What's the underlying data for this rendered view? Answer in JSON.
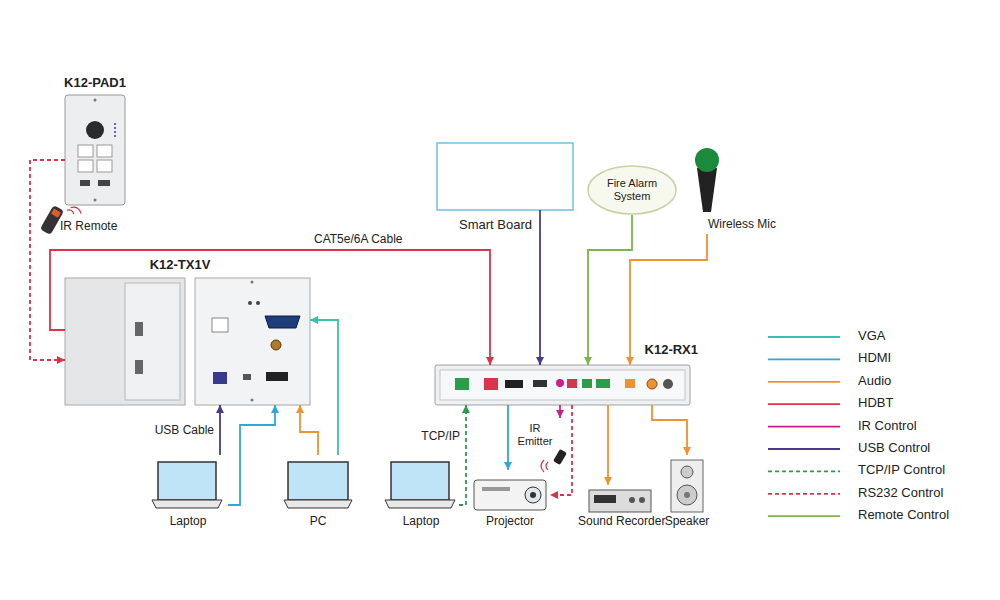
{
  "diagram": {
    "nodes": [
      {
        "text": [
          "K12-PAD1"
        ]
      },
      {
        "text": [
          "IR Remote"
        ]
      },
      {
        "text": [
          "K12-TX1V"
        ]
      },
      {
        "text": [
          "Smart Board"
        ]
      },
      {
        "text": [
          "Fire Alarm System"
        ]
      },
      {
        "text": [
          "Wireless Mic"
        ]
      },
      {
        "text": [
          "K12-RX1"
        ]
      },
      {
        "text": [
          "IR Emitter"
        ]
      },
      {
        "text": [
          "Laptop"
        ]
      },
      {
        "text": [
          "PC"
        ]
      },
      {
        "text": [
          "Laptop"
        ]
      },
      {
        "text": [
          "Projector"
        ]
      },
      {
        "text": [
          "Sound Recorder"
        ]
      },
      {
        "text": [
          "Speaker"
        ]
      }
    ],
    "edges": [
      {
        "from": 0,
        "to": 2,
        "arrow": "to"
      },
      {
        "from": 2,
        "to": 6,
        "label": "CAT5e/6A Cable",
        "arrow": "to"
      },
      {
        "from": 8,
        "to": 2,
        "label": "USB Cable",
        "arrow": "to"
      },
      {
        "from": 8,
        "to": 2,
        "arrow": "to"
      },
      {
        "from": 9,
        "to": 2,
        "arrow": "to"
      },
      {
        "from": 9,
        "to": 2,
        "arrow": "to"
      },
      {
        "from": 3,
        "to": 6,
        "arrow": "to"
      },
      {
        "from": 4,
        "to": 6,
        "arrow": "to"
      },
      {
        "from": 5,
        "to": 6,
        "arrow": "to"
      },
      {
        "from": 10,
        "to": 6,
        "label": "TCP/IP",
        "arrow": "to"
      },
      {
        "from": 6,
        "to": 11,
        "arrow": "to"
      },
      {
        "from": 6,
        "to": 7,
        "arrow": "to"
      },
      {
        "from": 6,
        "to": 11,
        "arrow": "to"
      },
      {
        "from": 6,
        "to": 12,
        "arrow": "to"
      },
      {
        "from": 6,
        "to": 13,
        "arrow": "to"
      }
    ],
    "legend": [
      {
        "text": "VGA",
        "color": "#3bbfb0"
      },
      {
        "text": "HDMI",
        "color": "#2fa6de"
      },
      {
        "text": "Audio",
        "color": "#f0922e"
      },
      {
        "text": "HDBT",
        "color": "#d9344a"
      },
      {
        "text": "IR Control",
        "color": "#c8208a"
      },
      {
        "text": "USB Control",
        "color": "#4b3a8c"
      },
      {
        "text": "TCP/IP Control",
        "color": "#2a9d4a"
      },
      {
        "text": "RS232  Control",
        "color": "#d9344a"
      },
      {
        "text": "Remote Control",
        "color": "#7ab648"
      }
    ]
  }
}
